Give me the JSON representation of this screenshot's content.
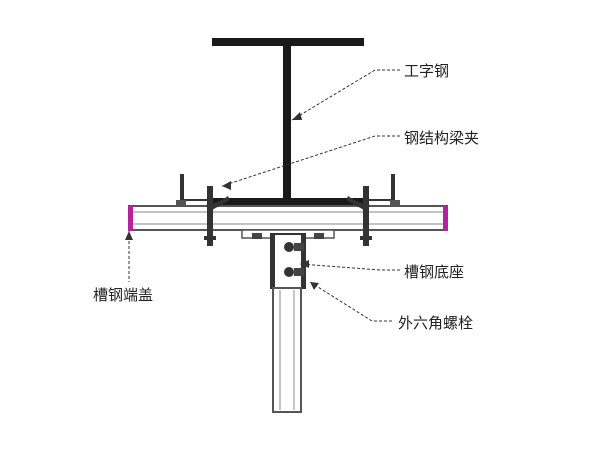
{
  "labels": {
    "i_beam": "工字钢",
    "clamp": "钢结构梁夹",
    "base": "槽钢底座",
    "bolt": "外六角螺栓",
    "end_cap": "槽钢端盖"
  },
  "colors": {
    "steel": "#1a1a1a",
    "channel_fill": "#ffffff",
    "channel_stroke": "#555555",
    "end_cap": "#b2249e",
    "leader": "#333333"
  }
}
